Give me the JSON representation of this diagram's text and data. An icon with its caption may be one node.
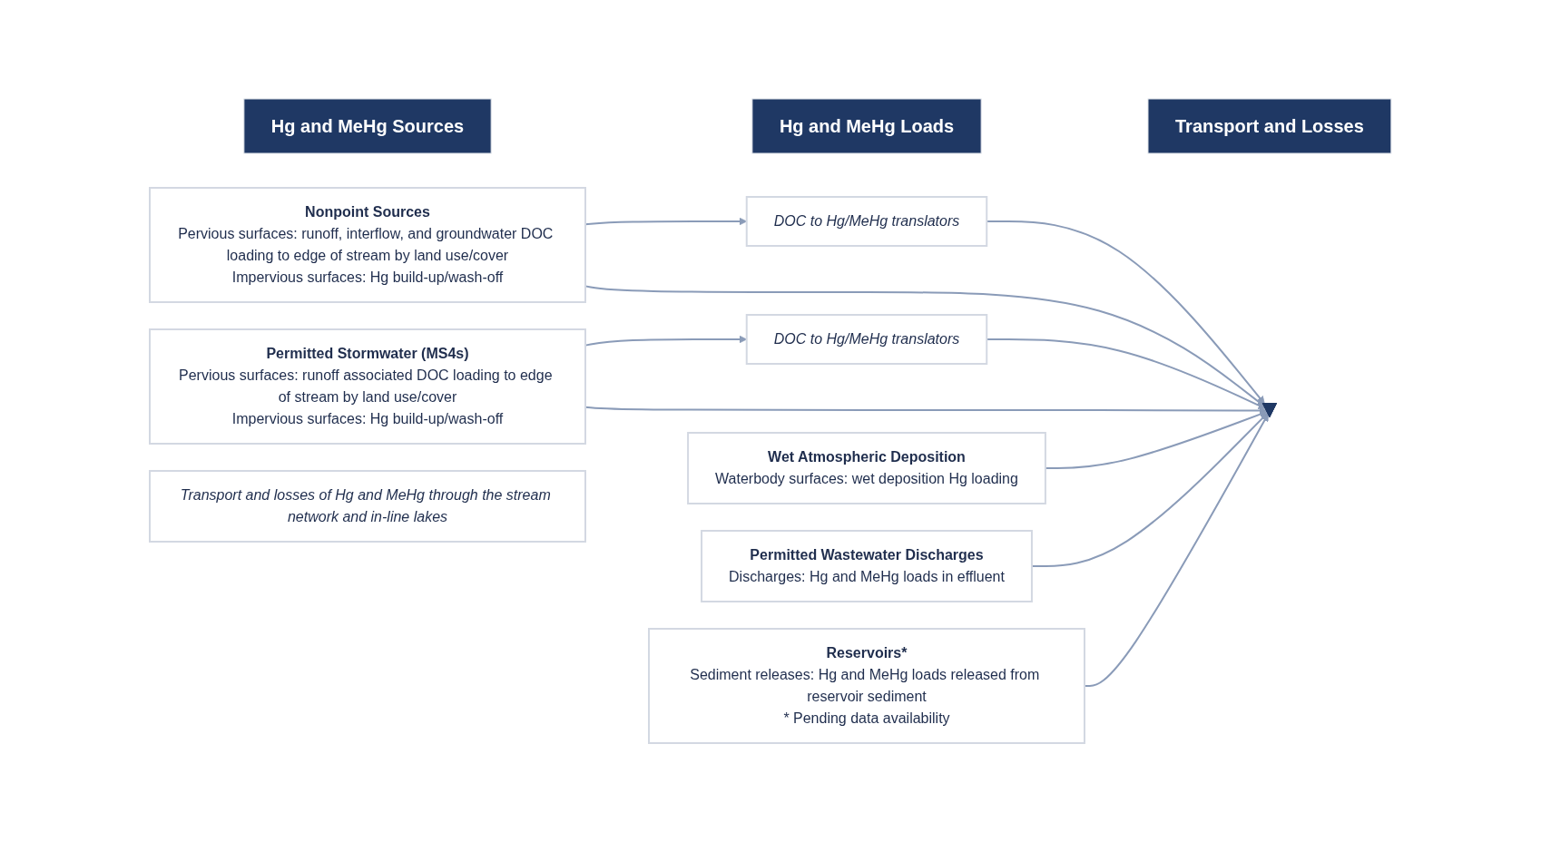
{
  "diagram": {
    "nodes": [
      {
        "text": [
          "Hg and MeHg Sources"
        ]
      },
      {
        "text": [
          "Hg and MeHg Loads"
        ]
      },
      {
        "text": [
          "Transport and Losses"
        ]
      },
      {
        "text": [
          "Nonpoint Sources",
          "Pervious surfaces: runoff, interflow, and groundwater DOC loading to edge of stream by land use/cover",
          "Impervious surfaces: Hg build-up/wash-off"
        ]
      },
      {
        "text": [
          "DOC to Hg/MeHg translators"
        ]
      },
      {
        "text": [
          "Permitted Stormwater (MS4s)",
          "Pervious surfaces: runoff associated DOC loading to edge of stream by land use/cover",
          "Impervious surfaces: Hg build-up/wash-off"
        ]
      },
      {
        "text": [
          "DOC to Hg/MeHg translators"
        ]
      },
      {
        "text": [
          "Wet Atmospheric Deposition",
          "Waterbody surfaces: wet deposition Hg loading"
        ]
      },
      {
        "text": [
          "Permitted Wastewater Discharges",
          "Discharges: Hg and MeHg loads in effluent"
        ]
      },
      {
        "text": [
          "Reservoirs*",
          "Sediment releases: Hg and MeHg loads released from reservoir sediment",
          "* Pending data availability"
        ]
      },
      {
        "text": [],
        "shape": "arrow"
      },
      {
        "text": [
          "Transport and losses of Hg and MeHg through the stream network and in-line lakes"
        ]
      }
    ],
    "edges": [
      {
        "from": 3,
        "to": 4,
        "arrow": "to"
      },
      {
        "from": 4,
        "to": 10,
        "arrow": "to"
      },
      {
        "from": 3,
        "to": 10,
        "arrow": "to"
      },
      {
        "from": 5,
        "to": 6,
        "arrow": "to"
      },
      {
        "from": 6,
        "to": 10,
        "arrow": "to"
      },
      {
        "from": 5,
        "to": 10,
        "arrow": "to"
      },
      {
        "from": 7,
        "to": 10,
        "arrow": "to"
      },
      {
        "from": 8,
        "to": 10,
        "arrow": "to"
      },
      {
        "from": 9,
        "to": 10,
        "arrow": "to"
      }
    ]
  }
}
